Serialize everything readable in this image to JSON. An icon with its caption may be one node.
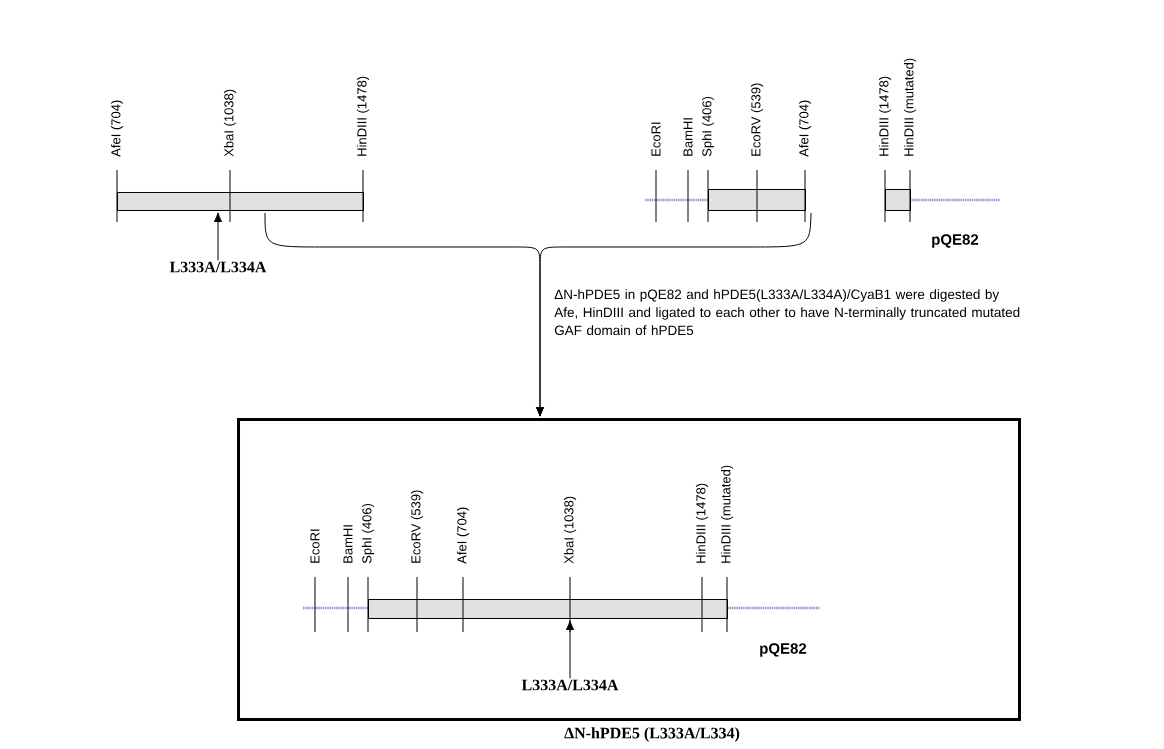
{
  "diagram": {
    "nodes": [
      {
        "text": [],
        "shape": "bar"
      },
      {
        "text": [
          "L333A/L334A"
        ]
      },
      {
        "text": [],
        "shape": "bar"
      },
      {
        "text": [],
        "shape": "bar"
      },
      {
        "text": [],
        "shape": "box",
        "beside": [
          "ΔN-hPDE5 (L333A/L334)"
        ]
      },
      {
        "text": [],
        "shape": "bar",
        "in": 4
      },
      {
        "text": [
          "L333A/L334A"
        ],
        "in": 4
      }
    ],
    "edges": [
      {
        "from": 0,
        "to": 4,
        "arrow": "to",
        "label": "ΔN-hPDE5 in pQE82 and hPDE5(L333A/L334A)/CyaB1 were digested by Afe, HinDIII and ligated to each other to have N-terminally truncated mutated GAF domain of hPDE5"
      },
      {
        "from": 2,
        "to": 4,
        "arrow": "to"
      },
      {
        "from": 1,
        "to": 0,
        "arrow": "to"
      },
      {
        "from": 6,
        "to": 5,
        "arrow": "to"
      }
    ],
    "labels": [
      "AfeI (704)",
      "XbaI (1038)",
      "HinDIII (1478)",
      "EcoRI",
      "BamHI",
      "SphI (406)",
      "EcoRV (539)",
      "AfeI (704)",
      "HinDIII (1478)",
      "HinDIII (mutated)",
      "pQE82",
      "EcoRI",
      "BamHI",
      "SphI (406)",
      "EcoRV (539)",
      "AfeI (704)",
      "XbaI (1038)",
      "HinDIII (1478)",
      "HinDIII (mutated)",
      "pQE82"
    ]
  }
}
